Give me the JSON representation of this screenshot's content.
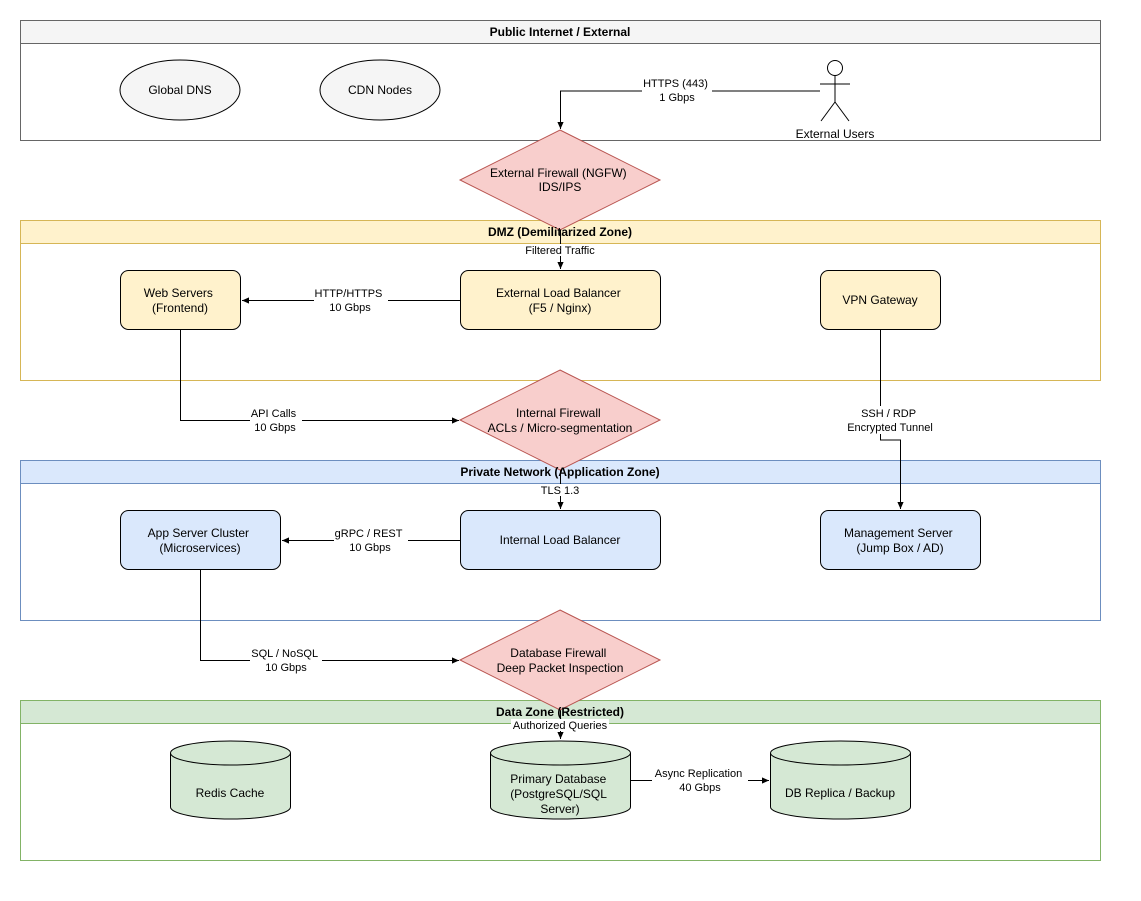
{
  "zones": {
    "public": {
      "title": "Public Internet / External",
      "fill": "#f5f5f5",
      "stroke": "#666666"
    },
    "dmz": {
      "title": "DMZ (Demilitarized Zone)",
      "fill": "#fff2cc",
      "stroke": "#d6b656"
    },
    "private": {
      "title": "Private Network (Application Zone)",
      "fill": "#dae8fc",
      "stroke": "#6c8ebf"
    },
    "data": {
      "title": "Data Zone (Restricted)",
      "fill": "#d5e8d4",
      "stroke": "#82b366"
    }
  },
  "nodes": {
    "global_dns": {
      "lines": [
        "Global DNS"
      ]
    },
    "cdn_nodes": {
      "lines": [
        "CDN Nodes"
      ]
    },
    "external_users": {
      "lines": [
        "External Users"
      ]
    },
    "external_firewall": {
      "lines": [
        "External Firewall (NGFW)",
        "IDS/IPS"
      ]
    },
    "web_servers": {
      "lines": [
        "Web Servers",
        "(Frontend)"
      ]
    },
    "external_lb": {
      "lines": [
        "External Load Balancer",
        "(F5 / Nginx)"
      ]
    },
    "vpn_gateway": {
      "lines": [
        "VPN Gateway"
      ]
    },
    "internal_firewall": {
      "lines": [
        "Internal Firewall",
        "ACLs / Micro-segmentation"
      ]
    },
    "app_cluster": {
      "lines": [
        "App Server Cluster",
        "(Microservices)"
      ]
    },
    "internal_lb": {
      "lines": [
        "Internal Load Balancer"
      ]
    },
    "mgmt_server": {
      "lines": [
        "Management Server",
        "(Jump Box / AD)"
      ]
    },
    "db_firewall": {
      "lines": [
        "Database Firewall",
        "Deep Packet Inspection"
      ]
    },
    "redis_cache": {
      "lines": [
        "Redis Cache"
      ]
    },
    "primary_db": {
      "lines": [
        "Primary Database",
        "(PostgreSQL/SQL",
        "Server)"
      ]
    },
    "db_replica": {
      "lines": [
        "DB Replica / Backup"
      ]
    }
  },
  "edges": {
    "users_to_fw": {
      "lines": [
        "HTTPS (443)",
        "1 Gbps"
      ]
    },
    "fw_to_elb": {
      "lines": [
        "Filtered Traffic"
      ]
    },
    "elb_to_web": {
      "lines": [
        "HTTP/HTTPS",
        "10 Gbps"
      ]
    },
    "web_to_ifw": {
      "lines": [
        "API Calls",
        "10 Gbps"
      ]
    },
    "vpn_to_mgmt": {
      "lines": [
        "SSH / RDP",
        "Encrypted Tunnel"
      ]
    },
    "ifw_to_ilb": {
      "lines": [
        "TLS 1.3"
      ]
    },
    "ilb_to_app": {
      "lines": [
        "gRPC / REST",
        "10 Gbps"
      ]
    },
    "app_to_dbfw": {
      "lines": [
        "SQL / NoSQL",
        "10 Gbps"
      ]
    },
    "dbfw_to_db": {
      "lines": [
        "Authorized Queries"
      ]
    },
    "db_to_replica": {
      "lines": [
        "Async Replication",
        "40 Gbps"
      ]
    }
  },
  "colors": {
    "ellipse_fill": "#f5f5f5",
    "firewall_fill": "#f8cecc",
    "firewall_stroke": "#b85450",
    "dmz_node_fill": "#fff2cc",
    "private_node_fill": "#dae8fc",
    "data_node_fill": "#d5e8d4",
    "line": "#000000"
  }
}
